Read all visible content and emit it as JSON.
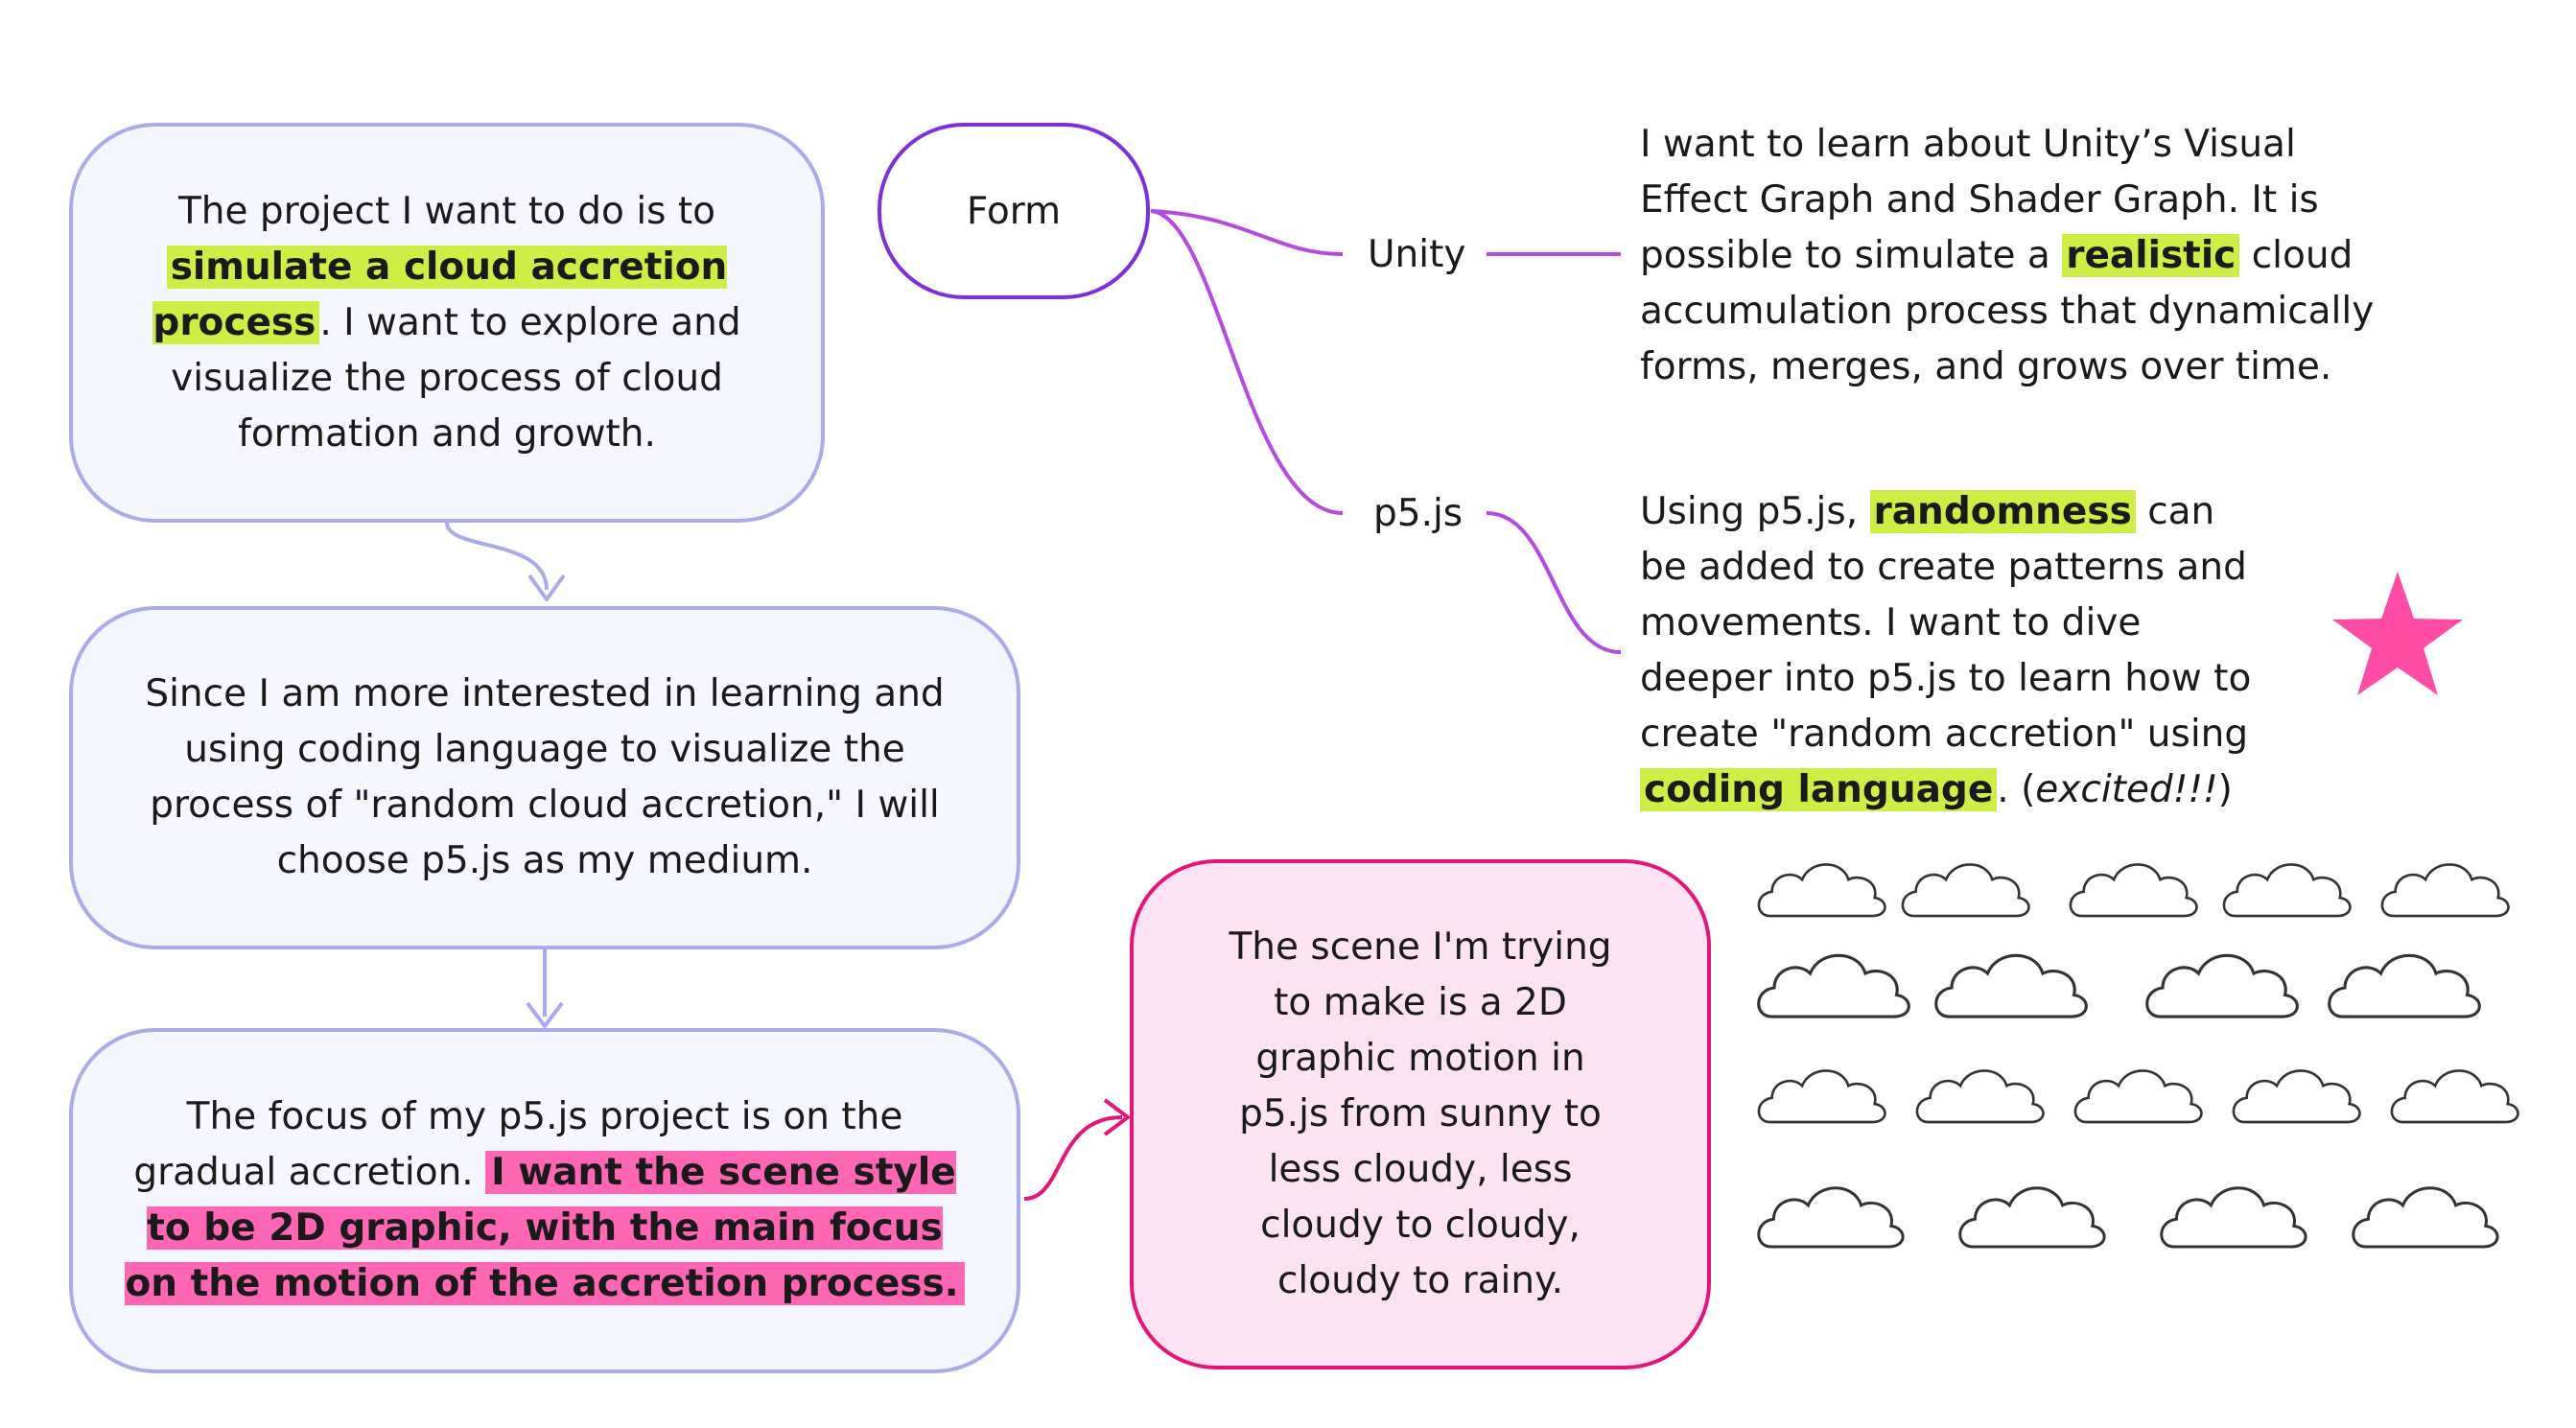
{
  "box1": {
    "pre": "The project I want to do is to",
    "hl": "simulate a cloud accretion process",
    "post": ". I want to explore and visualize the process of cloud formation and growth."
  },
  "box2": {
    "text": "Since I am more interested in learning and using coding language to visualize the process of \"random cloud accretion,\" I will choose p5.js as my medium."
  },
  "box3": {
    "pre": "The focus of my p5.js project is on the gradual accretion.",
    "hl": "I want the scene style to be 2D graphic, with the main focus on the motion of the accretion process."
  },
  "box4": {
    "text": "The scene I'm trying to make is a 2D graphic motion in p5.js from sunny to less cloudy, less cloudy to cloudy, cloudy to rainy."
  },
  "form": {
    "label": "Form"
  },
  "unity": {
    "label": "Unity",
    "pre": "I want to learn about Unity’s Visual Effect Graph and Shader Graph. It is possible to simulate a",
    "hl": "realistic",
    "post": "cloud accumulation process that dynamically forms, merges, and grows over time."
  },
  "p5": {
    "label": "p5.js",
    "pre": "Using p5.js,",
    "hl1": "randomness",
    "mid": "can be added to create patterns and movements. I want to dive deeper into p5.js to learn how to create \"random accretion\" using",
    "hl2": "coding language",
    "mid2": ". (",
    "excl": "excited!!!",
    "end": ")"
  },
  "colors": {
    "purple_border": "#ababec",
    "purple_fill": "#f6f6fe",
    "pink_border": "#e3157a",
    "pink_fill": "#fde3f1",
    "highlight_green": "#cfee45",
    "highlight_pink": "#ff66b4",
    "form_border": "#7e2fd8",
    "mind_line": "#b44be0",
    "star": "#ff4da6"
  },
  "icons": [
    "star-icon",
    "cloud-icon"
  ]
}
